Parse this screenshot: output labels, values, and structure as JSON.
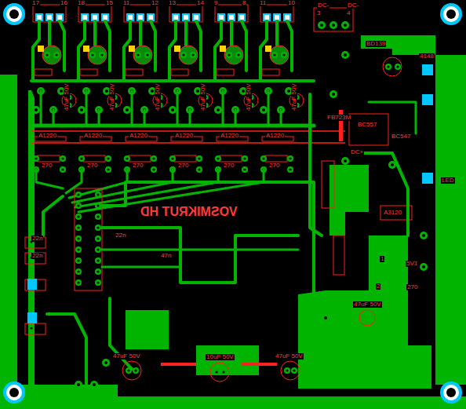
{
  "diagram": {
    "labels": [
      "17",
      "16",
      "18",
      "15",
      "11",
      "12",
      "13",
      "14",
      "9",
      "8",
      "11",
      "10",
      "DC-",
      "DC-",
      "3",
      "4",
      "BD139",
      "4148",
      "FB723M",
      "BC557",
      "BC547",
      "DC+",
      "LED",
      "A3120",
      "1",
      "2",
      "5V1",
      "270",
      "47uF 50V",
      "47uF 50V",
      "47uF 50V",
      "47uF 50V",
      "47uF 50V",
      "47uF 50V",
      "47uF 50V",
      "A1220",
      "A1220",
      "A1220",
      "A1220",
      "A1220",
      "A1220",
      "270",
      "270",
      "270",
      "270",
      "270",
      "270",
      "VOSMIKRUT HD",
      "22n",
      "22n",
      "22n",
      "47n",
      "47uF 50V",
      "10uF 50V",
      "47uF 50V"
    ]
  }
}
